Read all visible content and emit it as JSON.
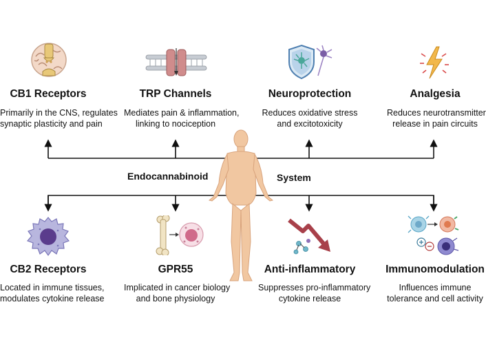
{
  "center": {
    "left_label": "Endocannabinoid",
    "right_label": "System"
  },
  "top_items": [
    {
      "title": "CB1 Receptors",
      "desc_line1": "Primarily in the CNS, regulates",
      "desc_line2": "synaptic plasticity and pain",
      "icon": "brain-synapse-icon"
    },
    {
      "title": "TRP Channels",
      "desc_line1": "Mediates pain & inflammation,",
      "desc_line2": "linking to nociception",
      "icon": "membrane-channel-icon"
    },
    {
      "title": "Neuroprotection",
      "desc_line1": "Reduces oxidative stress",
      "desc_line2": "and excitotoxicity",
      "icon": "shield-neuron-icon"
    },
    {
      "title": "Analgesia",
      "desc_line1": "Reduces neurotransmitter",
      "desc_line2": "release in pain circuits",
      "icon": "lightning-bolt-icon"
    }
  ],
  "bottom_items": [
    {
      "title": "CB2 Receptors",
      "desc_line1": "Located in immune tissues,",
      "desc_line2": "modulates cytokine release",
      "icon": "immune-cell-icon"
    },
    {
      "title": "GPR55",
      "desc_line1": "Implicated in cancer biology",
      "desc_line2": "and bone physiology",
      "icon": "bone-cell-icon"
    },
    {
      "title": "Anti-inflammatory",
      "desc_line1": "Suppresses pro-inflammatory",
      "desc_line2": "cytokine release",
      "icon": "downtrend-arrow-icon"
    },
    {
      "title": "Immunomodulation",
      "desc_line1": "Influences immune",
      "desc_line2": "tolerance and cell activity",
      "icon": "immune-cells-interaction-icon"
    }
  ]
}
